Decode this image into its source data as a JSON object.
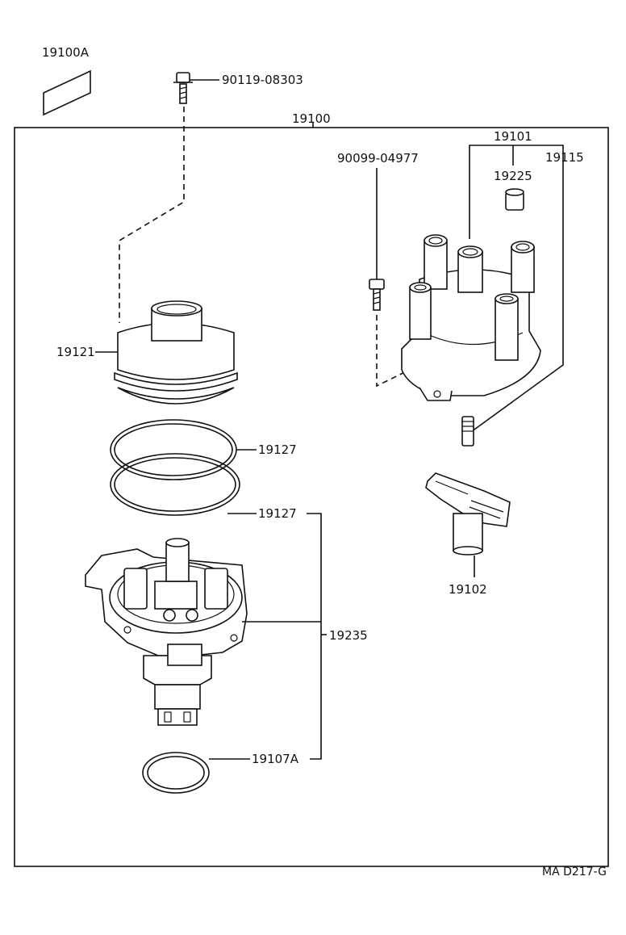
{
  "labels": {
    "p19100A": "19100A",
    "p90119": "90119-08303",
    "p19100": "19100",
    "p19101": "19101",
    "p90099": "90099-04977",
    "p19115": "19115",
    "p19225": "19225",
    "p19121": "19121",
    "p19127a": "19127",
    "p19127b": "19127",
    "p19102": "19102",
    "p19235": "19235",
    "p19107A": "19107A"
  },
  "footer_code": "MA D217-G"
}
